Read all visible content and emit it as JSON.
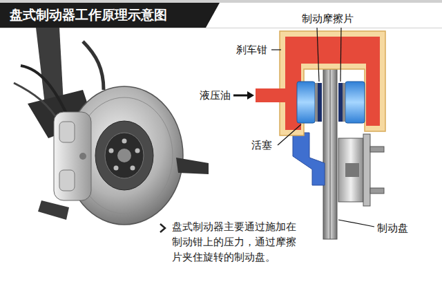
{
  "diagram": {
    "title": "盘式制动器工作原理示意图",
    "caption": "盘式制动器主要通过施加在制动钳上的压力，通过摩擦片夹住旋转的制动盘。",
    "labels": [
      "制动摩擦片",
      "刹车钳",
      "液压油",
      "活塞",
      "制动盘"
    ]
  }
}
